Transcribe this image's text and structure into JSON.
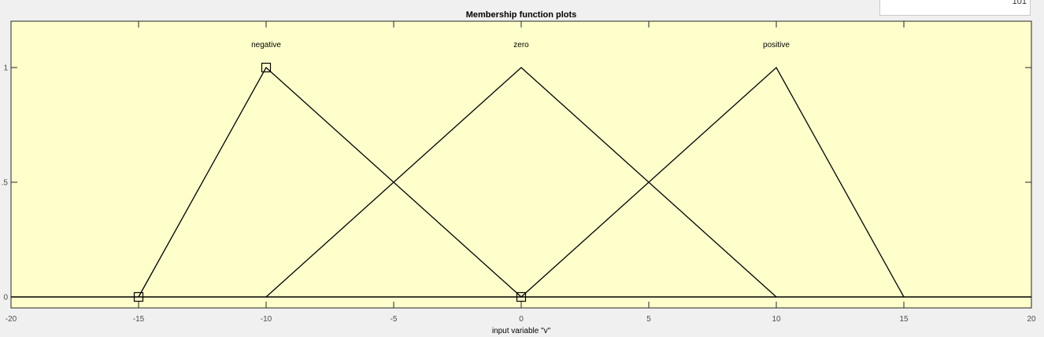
{
  "range_box": {
    "value": "101"
  },
  "chart_data": {
    "type": "line",
    "title": "Membership function plots",
    "xlabel": "input variable \"v\"",
    "ylabel": "",
    "xlim": [
      -20,
      20
    ],
    "ylim": [
      -0.05,
      1.2
    ],
    "xticks": [
      -20,
      -15,
      -10,
      -5,
      0,
      5,
      10,
      15,
      20
    ],
    "xtick_labels": [
      "-20",
      "-15",
      "-10",
      "-5",
      "0",
      "5",
      "10",
      "15",
      "20"
    ],
    "yticks": [
      0,
      0.5,
      1
    ],
    "ytick_labels": [
      "0",
      ".5",
      "1"
    ],
    "grid": false,
    "background_color": "#ffffcc",
    "line_color": "#000000",
    "series": [
      {
        "name": "negative",
        "x": [
          -15,
          -10,
          0
        ],
        "y": [
          0,
          1,
          0
        ]
      },
      {
        "name": "zero",
        "x": [
          -10,
          0,
          10
        ],
        "y": [
          0,
          1,
          0
        ]
      },
      {
        "name": "positive",
        "x": [
          0,
          10,
          15
        ],
        "y": [
          0,
          1,
          0
        ]
      }
    ],
    "baseline": {
      "x": [
        -20,
        20
      ],
      "y": [
        0,
        0
      ]
    },
    "handle_markers": [
      {
        "x": -15,
        "y": 0
      },
      {
        "x": -10,
        "y": 1
      },
      {
        "x": 0,
        "y": 0
      }
    ]
  }
}
